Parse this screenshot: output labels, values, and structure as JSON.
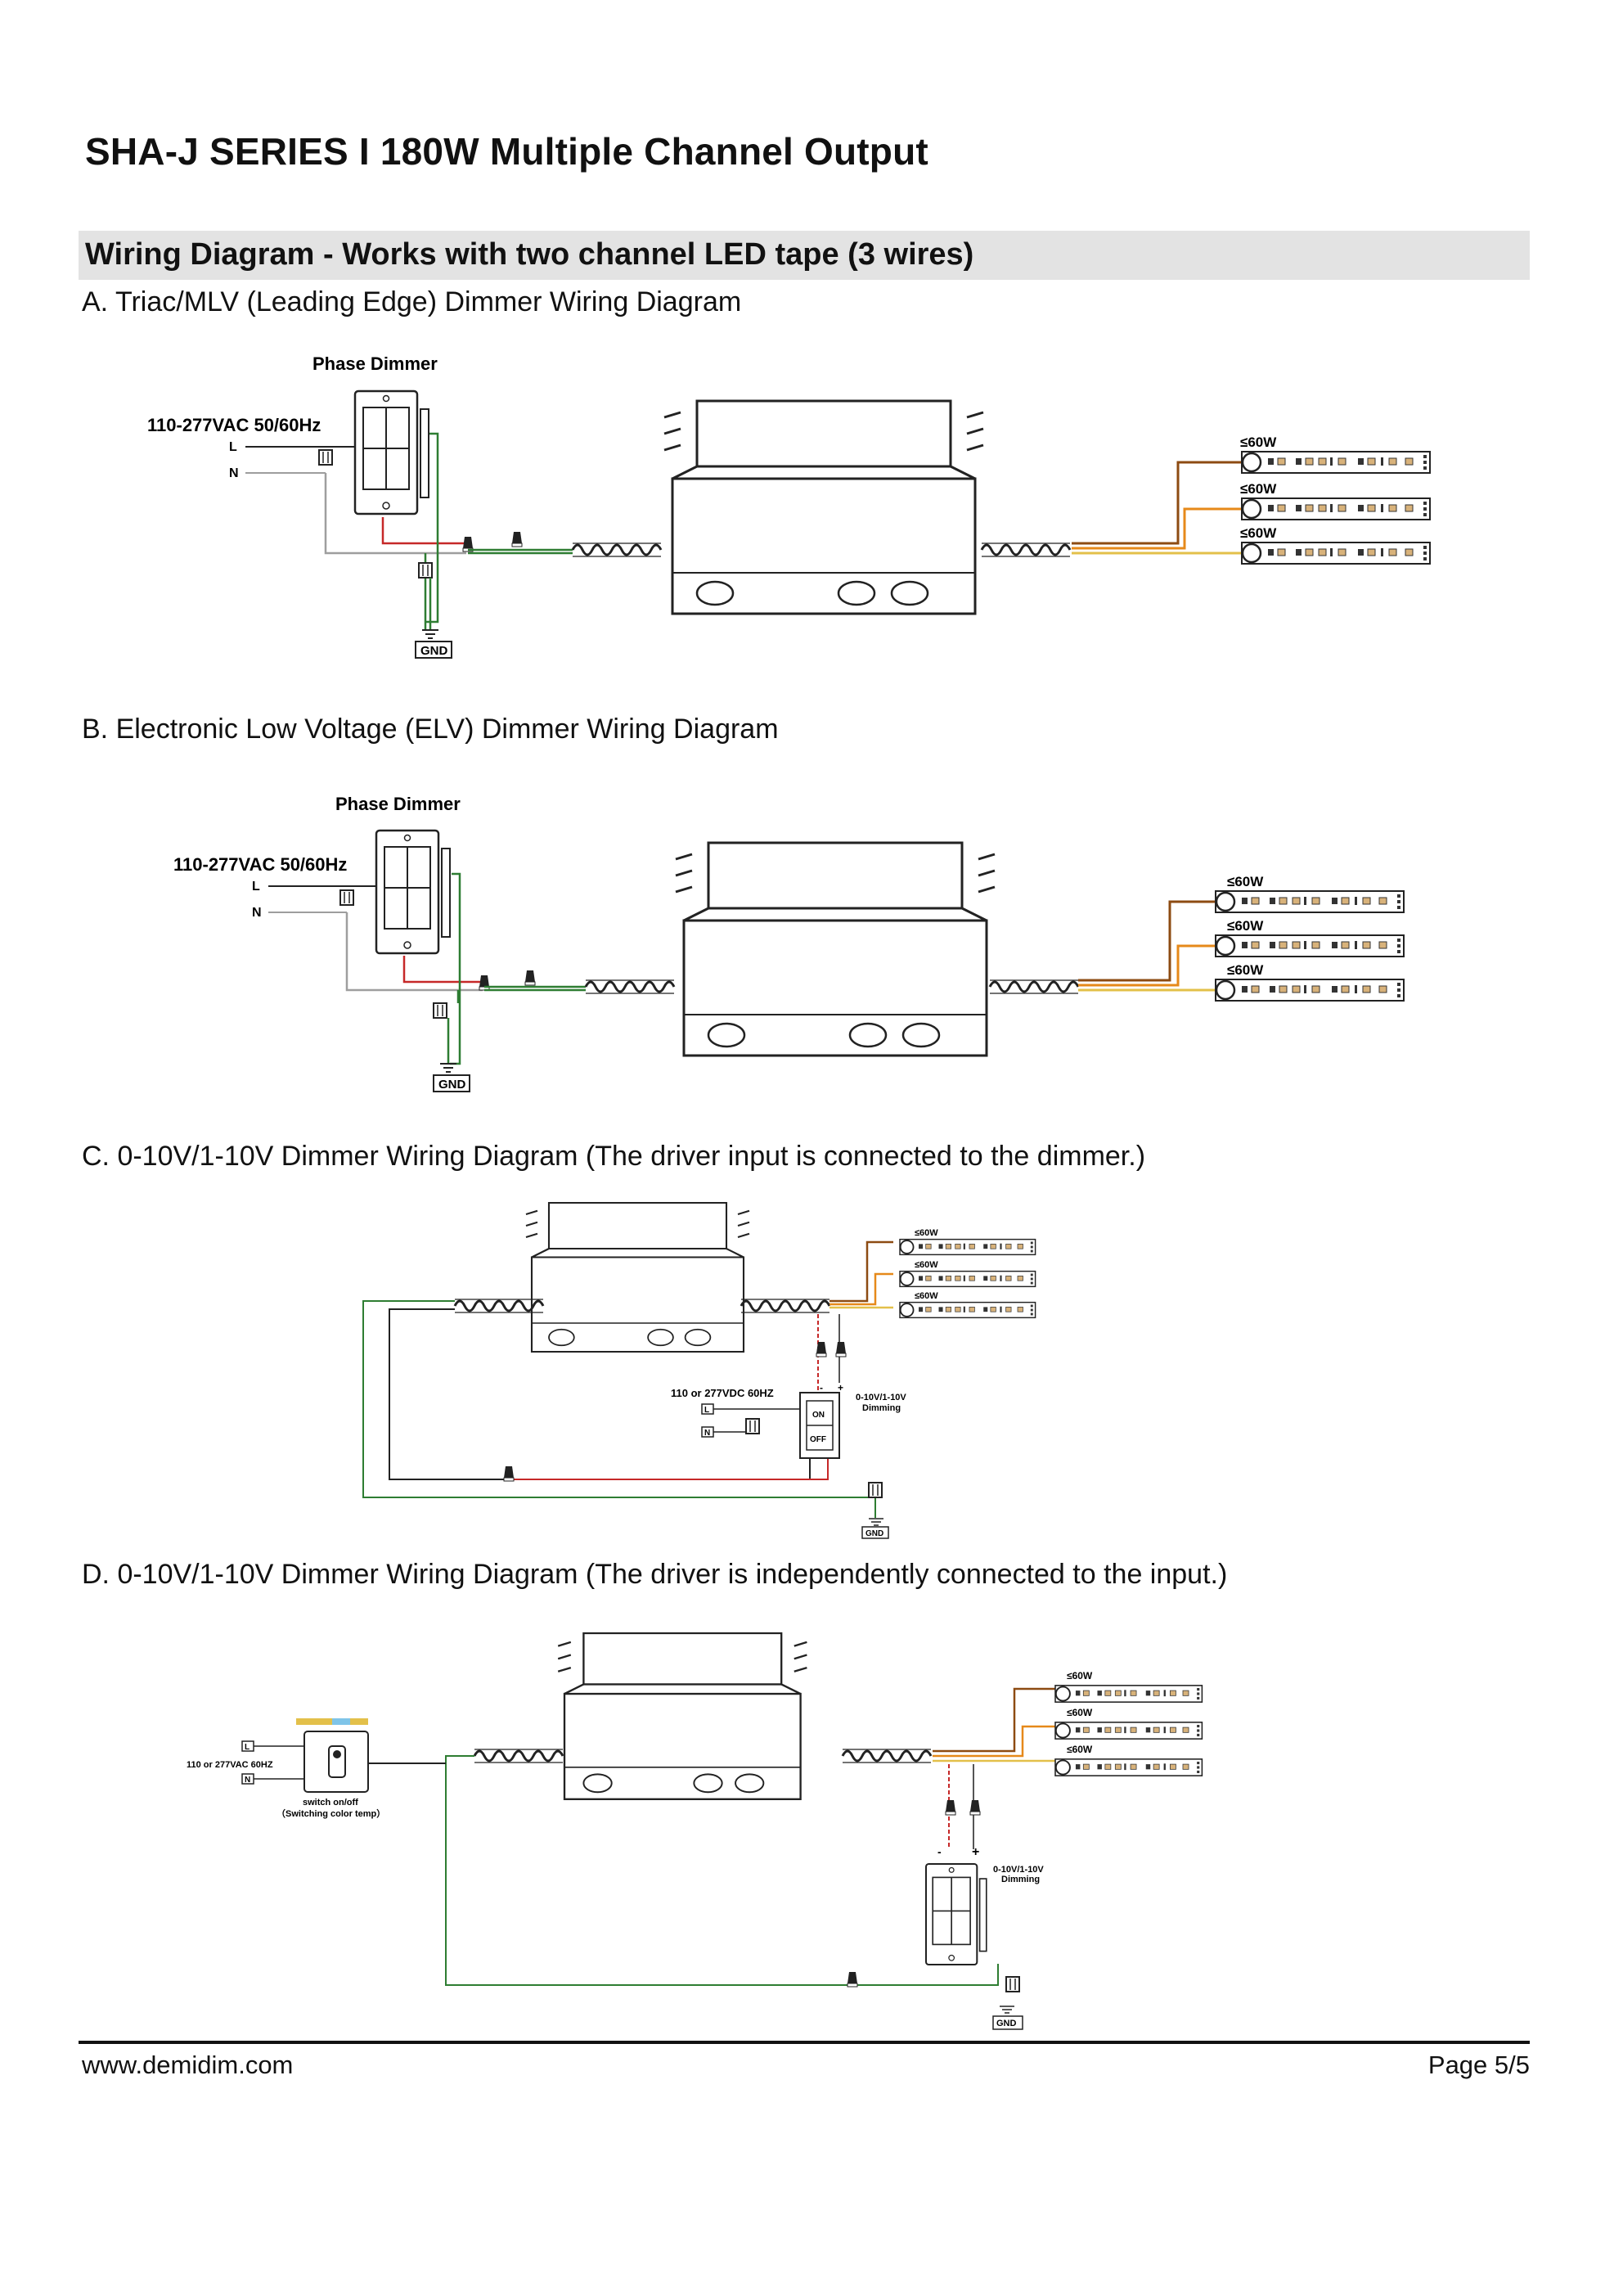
{
  "document": {
    "title": "SHA-J SERIES I 180W Multiple Channel Output",
    "section_title": "Wiring Diagram - Works with two channel LED tape (3 wires)"
  },
  "diagrams": {
    "a": {
      "caption": "A. Triac/MLV (Leading Edge) Dimmer Wiring Diagram",
      "dimmer_label": "Phase Dimmer",
      "input_label": "110-277VAC 50/60Hz",
      "l": "L",
      "n": "N",
      "gnd": "GND",
      "strip_label": "≤60W"
    },
    "b": {
      "caption": "B. Electronic Low Voltage (ELV) Dimmer Wiring Diagram",
      "dimmer_label": "Phase Dimmer",
      "input_label": "110-277VAC 50/60Hz",
      "l": "L",
      "n": "N",
      "gnd": "GND",
      "strip_label": "≤60W"
    },
    "c": {
      "caption": "C. 0-10V/1-10V Dimmer Wiring Diagram (The driver input is connected to the dimmer.)",
      "input_label": "110 or 277VDC 60HZ",
      "dimming_label_1": "0-10V/1-10V",
      "dimming_label_2": "Dimming",
      "on": "ON",
      "off": "OFF",
      "minus": "-",
      "plus": "+",
      "l": "L",
      "n": "N",
      "gnd": "GND",
      "strip_label": "≤60W"
    },
    "d": {
      "caption": "D. 0-10V/1-10V Dimmer Wiring Diagram (The driver is independently connected to the input.)",
      "input_label": "110 or 277VAC 60HZ",
      "switch_label_1": "switch on/off",
      "switch_label_2": "（Switching color temp）",
      "dimming_label_1": "0-10V/1-10V",
      "dimming_label_2": "Dimming",
      "minus": "-",
      "plus": "+",
      "l": "L",
      "n": "N",
      "gnd": "GND",
      "strip_label": "≤60W"
    }
  },
  "footer": {
    "website": "www.demidim.com",
    "page": "Page 5/5"
  },
  "colors": {
    "wire_live": "#c62828",
    "wire_neutral": "#9e9e9e",
    "wire_ground": "#2e7d32",
    "wire_brown": "#8d4b12",
    "wire_orange": "#e6891a",
    "wire_yellow": "#e3c04a",
    "section_bar": "#e3e3e3"
  }
}
